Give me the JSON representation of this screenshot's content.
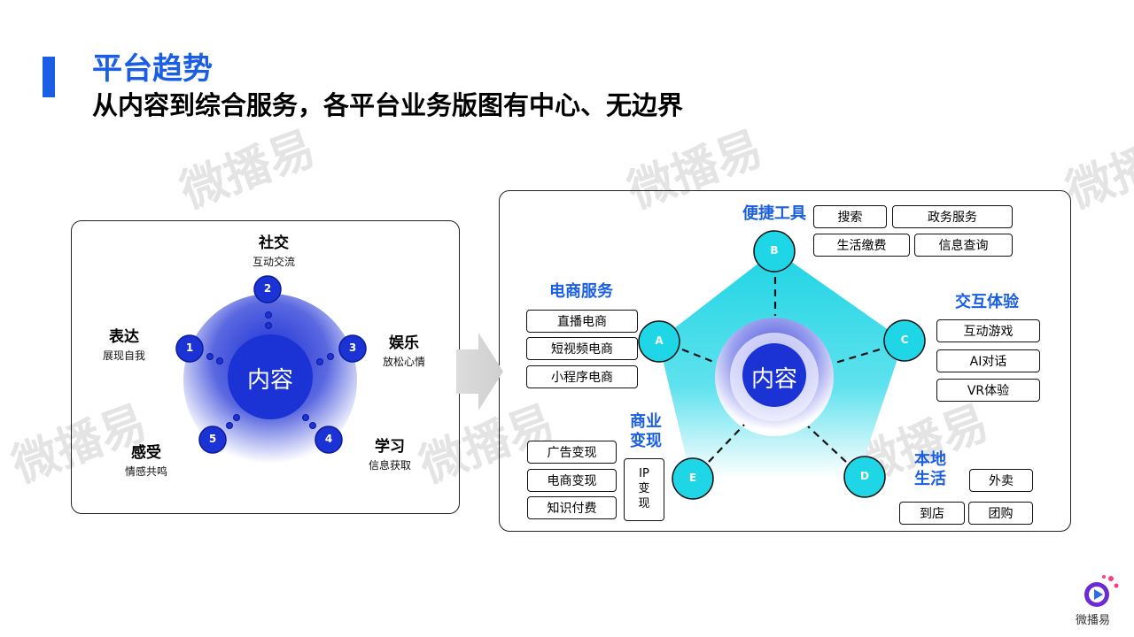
{
  "header": {
    "title": "平台趋势",
    "subtitle": "从内容到综合服务，各平台业务版图有中心、无边界"
  },
  "watermark": "微播易",
  "left_diagram": {
    "center": "内容",
    "nodes": [
      {
        "num": "1",
        "title": "表达",
        "sub": "展现自我"
      },
      {
        "num": "2",
        "title": "社交",
        "sub": "互动交流"
      },
      {
        "num": "3",
        "title": "娱乐",
        "sub": "放松心情"
      },
      {
        "num": "4",
        "title": "学习",
        "sub": "信息获取"
      },
      {
        "num": "5",
        "title": "感受",
        "sub": "情感共鸣"
      }
    ]
  },
  "right_diagram": {
    "center": "内容",
    "nodes": [
      "A",
      "B",
      "C",
      "D",
      "E"
    ],
    "ecommerce": {
      "title": "电商服务",
      "items": [
        "直播电商",
        "短视频电商",
        "小程序电商"
      ]
    },
    "tools": {
      "title": "便捷工具",
      "items": [
        "搜索",
        "政务服务",
        "生活缴费",
        "信息查询"
      ]
    },
    "interactive": {
      "title": "交互体验",
      "items": [
        "互动游戏",
        "AI对话",
        "VR体验"
      ]
    },
    "local": {
      "title_line1": "本地",
      "title_line2": "生活",
      "items": [
        "外卖",
        "到店",
        "团购"
      ]
    },
    "monetize": {
      "title_line1": "商业",
      "title_line2": "变现",
      "items": [
        "广告变现",
        "电商变现",
        "知识付费"
      ],
      "ip": [
        "IP",
        "变",
        "现"
      ]
    }
  },
  "logo": {
    "text": "微播易"
  },
  "colors": {
    "accent": "#1a5ee6",
    "node_blue": "#1330cc",
    "cyan": "#1ed6e6"
  }
}
